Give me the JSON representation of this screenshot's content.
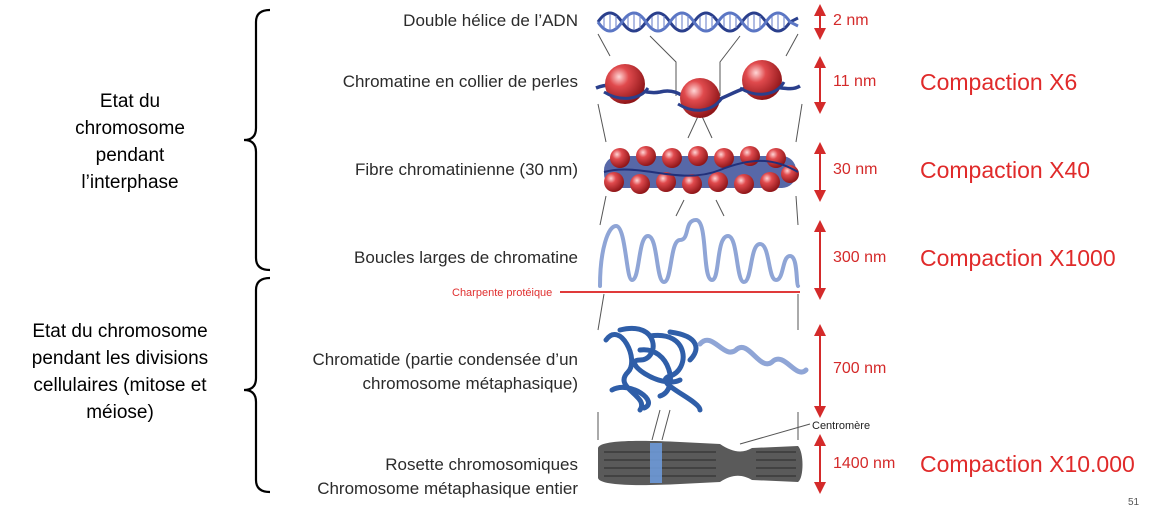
{
  "groups": {
    "interphase": [
      "Etat du",
      "chromosome",
      "pendant",
      "l’interphase"
    ],
    "division": [
      "Etat du chromosome",
      "pendant les divisions",
      "cellulaires (mitose et",
      "méiose)"
    ]
  },
  "levels": [
    {
      "label": "Double hélice de l’ADN",
      "size": "2 nm",
      "compaction": ""
    },
    {
      "label": "Chromatine en collier de perles",
      "size": "11 nm",
      "compaction": "Compaction X6"
    },
    {
      "label": "Fibre chromatinienne (30 nm)",
      "size": "30 nm",
      "compaction": "Compaction X40"
    },
    {
      "label": "Boucles larges de chromatine",
      "size": "300 nm",
      "compaction": "Compaction X1000"
    },
    {
      "label_lines": [
        "Chromatide (partie condensée d’un",
        "chromosome métaphasique)"
      ],
      "size": "700 nm",
      "compaction": ""
    },
    {
      "label_lines": [
        "Rosette chromosomiques",
        "Chromosome métaphasique entier"
      ],
      "size": "1400 nm",
      "compaction": "Compaction X10.000"
    }
  ],
  "annotations": {
    "scaffold": "Charpente protéique",
    "centromere": "Centromère"
  },
  "page_number": "51",
  "colors": {
    "accent_red": "#e02a2a",
    "dna_blue": "#2a3f8c",
    "nucleosome_red": "#c8282c",
    "chromatin_light": "#8fa5d6",
    "chromosome_gray": "#5a5a5a"
  }
}
